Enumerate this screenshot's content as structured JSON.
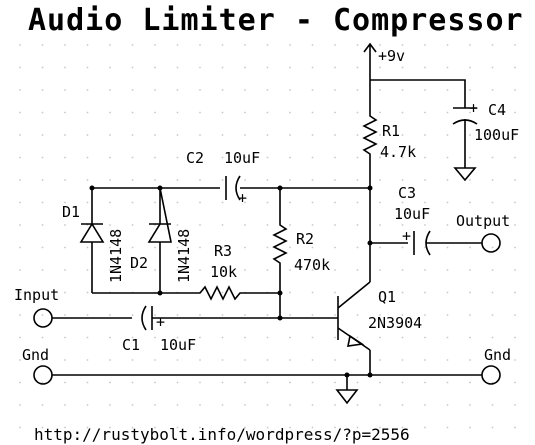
{
  "title": "Audio Limiter - Compressor",
  "url": "http://rustybolt.info/wordpress/?p=2556",
  "components": {
    "supply": "+9v",
    "r1": {
      "ref": "R1",
      "value": "4.7k"
    },
    "r2": {
      "ref": "R2",
      "value": "470k"
    },
    "r3": {
      "ref": "R3",
      "value": "10k"
    },
    "c1": {
      "ref": "C1",
      "value": "10uF"
    },
    "c2": {
      "ref": "C2",
      "value": "10uF"
    },
    "c3": {
      "ref": "C3",
      "value": "10uF"
    },
    "c4": {
      "ref": "C4",
      "value": "100uF"
    },
    "d1": {
      "ref": "D1",
      "value": "1N4148"
    },
    "d2": {
      "ref": "D2",
      "value": "1N4148"
    },
    "q1": {
      "ref": "Q1",
      "value": "2N3904"
    }
  },
  "ports": {
    "input": "Input",
    "output": "Output",
    "gnd_left": "Gnd",
    "gnd_right": "Gnd"
  },
  "plus_sign": "+"
}
